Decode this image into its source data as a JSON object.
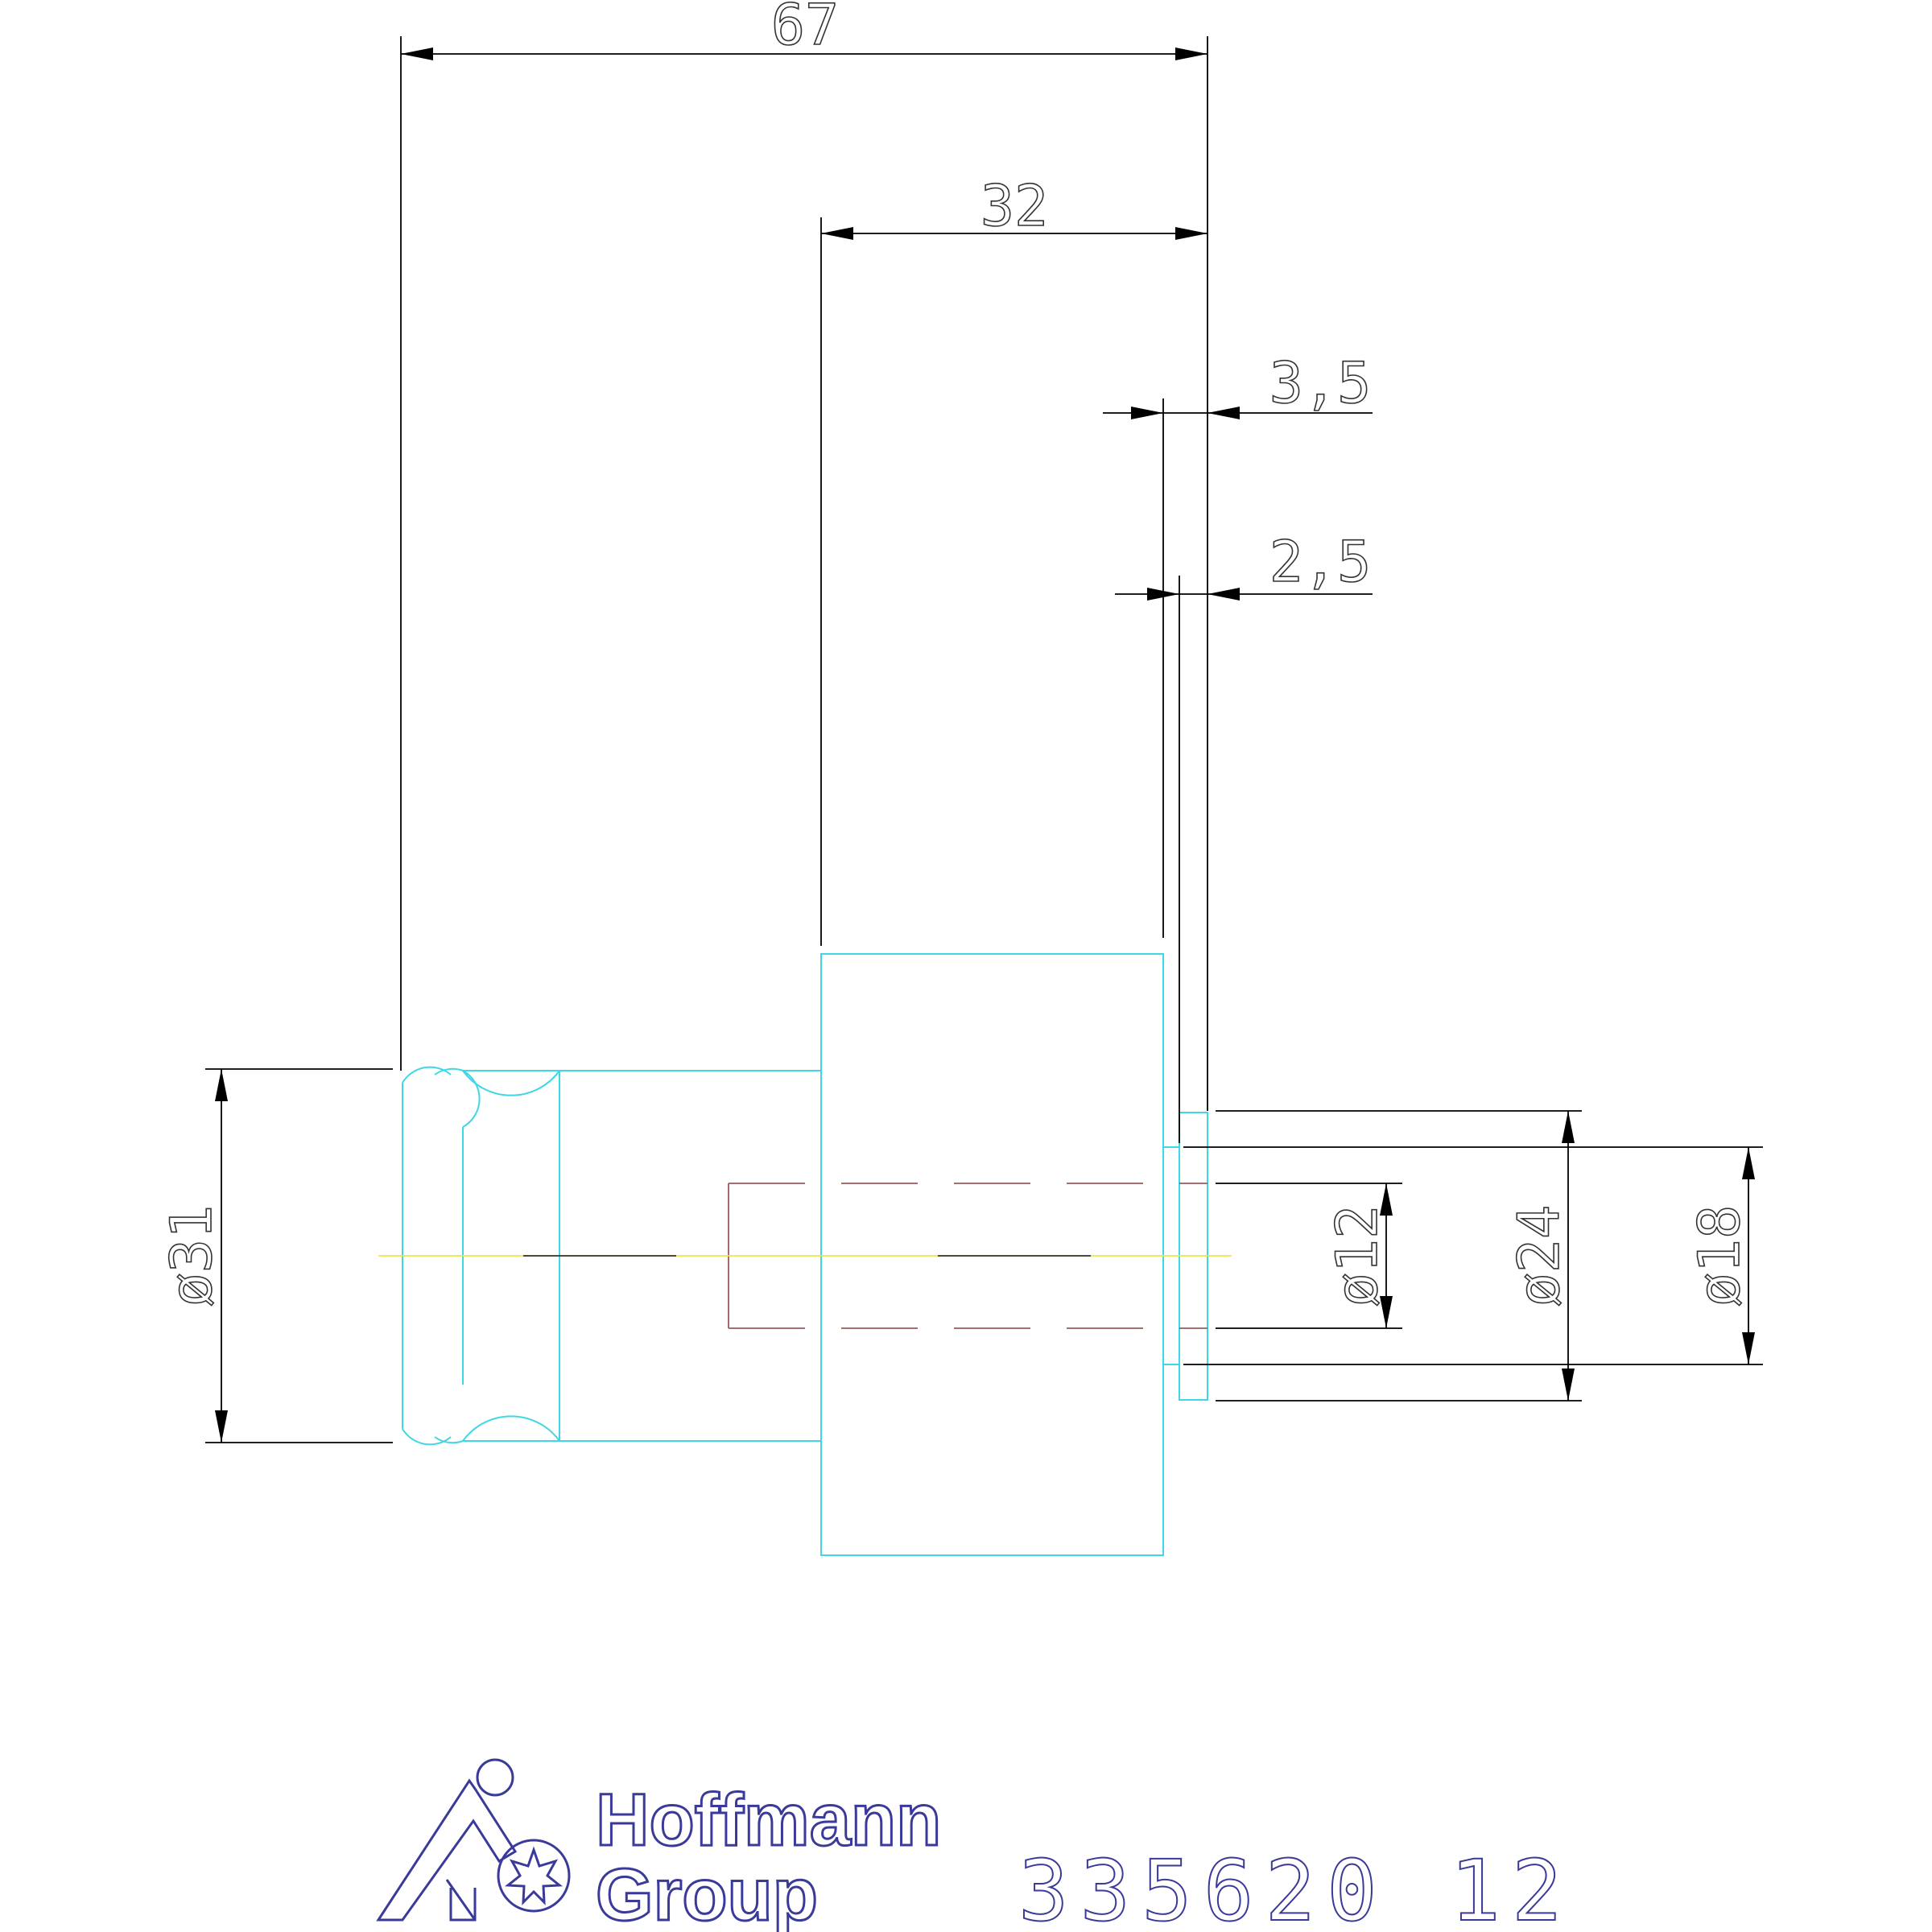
{
  "dimensions": {
    "overall_length": "67",
    "head_length": "32",
    "flange_offset": "3,5",
    "collar_offset": "2,5",
    "shank_diameter": "ø31",
    "bore_diameter": "ø12",
    "collar_diameter": "ø24",
    "pin_diameter": "ø18"
  },
  "brand": {
    "line1": "Hoffmann",
    "line2": "Group"
  },
  "part_number": "335620 12",
  "colors": {
    "part_outline": "#3fd7e4",
    "hidden_line": "#9a5a5a",
    "center_line": "#e8e84a",
    "logo": "#3a3a9a"
  }
}
